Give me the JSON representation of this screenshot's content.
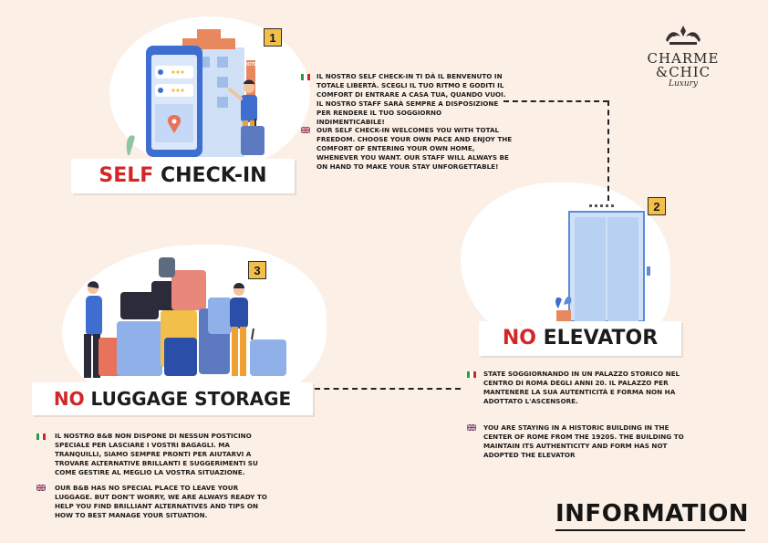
{
  "logo": {
    "line1": "CHARME",
    "line2": "&CHIC",
    "line3": "Luxury"
  },
  "sections": {
    "self_checkin": {
      "number": "1",
      "title_highlight": "SELF",
      "title_rest": " CHECK-IN",
      "text_it": "IL NOSTRO SELF CHECK-IN TI DÀ IL BENVENUTO IN TOTALE LIBERTÀ. SCEGLI IL TUO RITMO E GODITI IL COMFORT DI ENTRARE A CASA TUA, QUANDO VUOI. IL NOSTRO STAFF SARÀ SEMPRE A DISPOSIZIONE PER RENDERE IL TUO SOGGIORNO INDIMENTICABILE!",
      "text_en": "OUR SELF CHECK-IN WELCOMES YOU WITH TOTAL FREEDOM. CHOOSE YOUR OWN PACE AND ENJOY THE COMFORT OF ENTERING YOUR OWN HOME, WHENEVER YOU WANT. OUR STAFF WILL ALWAYS BE ON HAND TO MAKE YOUR STAY UNFORGETTABLE!",
      "hotel_sign": "HOTEL"
    },
    "no_elevator": {
      "number": "2",
      "title_highlight": "NO",
      "title_rest": " ELEVATOR",
      "text_it": "STATE SOGGIORNANDO IN UN PALAZZO STORICO NEL CENTRO DI ROMA DEGLI ANNI 20. IL PALAZZO PER MANTENERE LA SUA AUTENTICITÀ E FORMA NON HA ADOTTATO L'ASCENSORE.",
      "text_en": "YOU ARE STAYING IN A HISTORIC BUILDING IN THE CENTER OF ROME FROM THE 1920S. THE BUILDING TO MAINTAIN ITS AUTHENTICITY AND FORM HAS NOT ADOPTED THE ELEVATOR"
    },
    "no_luggage": {
      "number": "3",
      "title_highlight": "NO",
      "title_rest": " LUGGAGE STORAGE",
      "text_it": "IL NOSTRO B&B NON DISPONE DI NESSUN POSTICINO SPECIALE PER LASCIARE I VOSTRI BAGAGLI. MA TRANQUILLI, SIAMO SEMPRE PRONTI PER AIUTARVI A TROVARE ALTERNATIVE BRILLANTI E SUGGERIMENTI SU COME GESTIRE AL MEGLIO LA VOSTRA SITUAZIONE.",
      "text_en": "OUR B&B HAS NO SPECIAL PLACE TO LEAVE YOUR LUGGAGE. BUT DON'T WORRY, WE ARE ALWAYS READY TO HELP YOU FIND BRILLIANT ALTERNATIVES AND TIPS ON HOW TO BEST MANAGE YOUR SITUATION."
    }
  },
  "footer": {
    "title": "INFORMATION"
  },
  "icons": {
    "italian_flag": "flag-italy-icon",
    "uk_flag": "flag-uk-icon",
    "logo_crown": "crown-ornament-icon"
  },
  "colors": {
    "background": "#fbefe6",
    "accent_red": "#d42626",
    "number_badge": "#f2c04a",
    "illustration_blue": "#4a7fd1"
  }
}
